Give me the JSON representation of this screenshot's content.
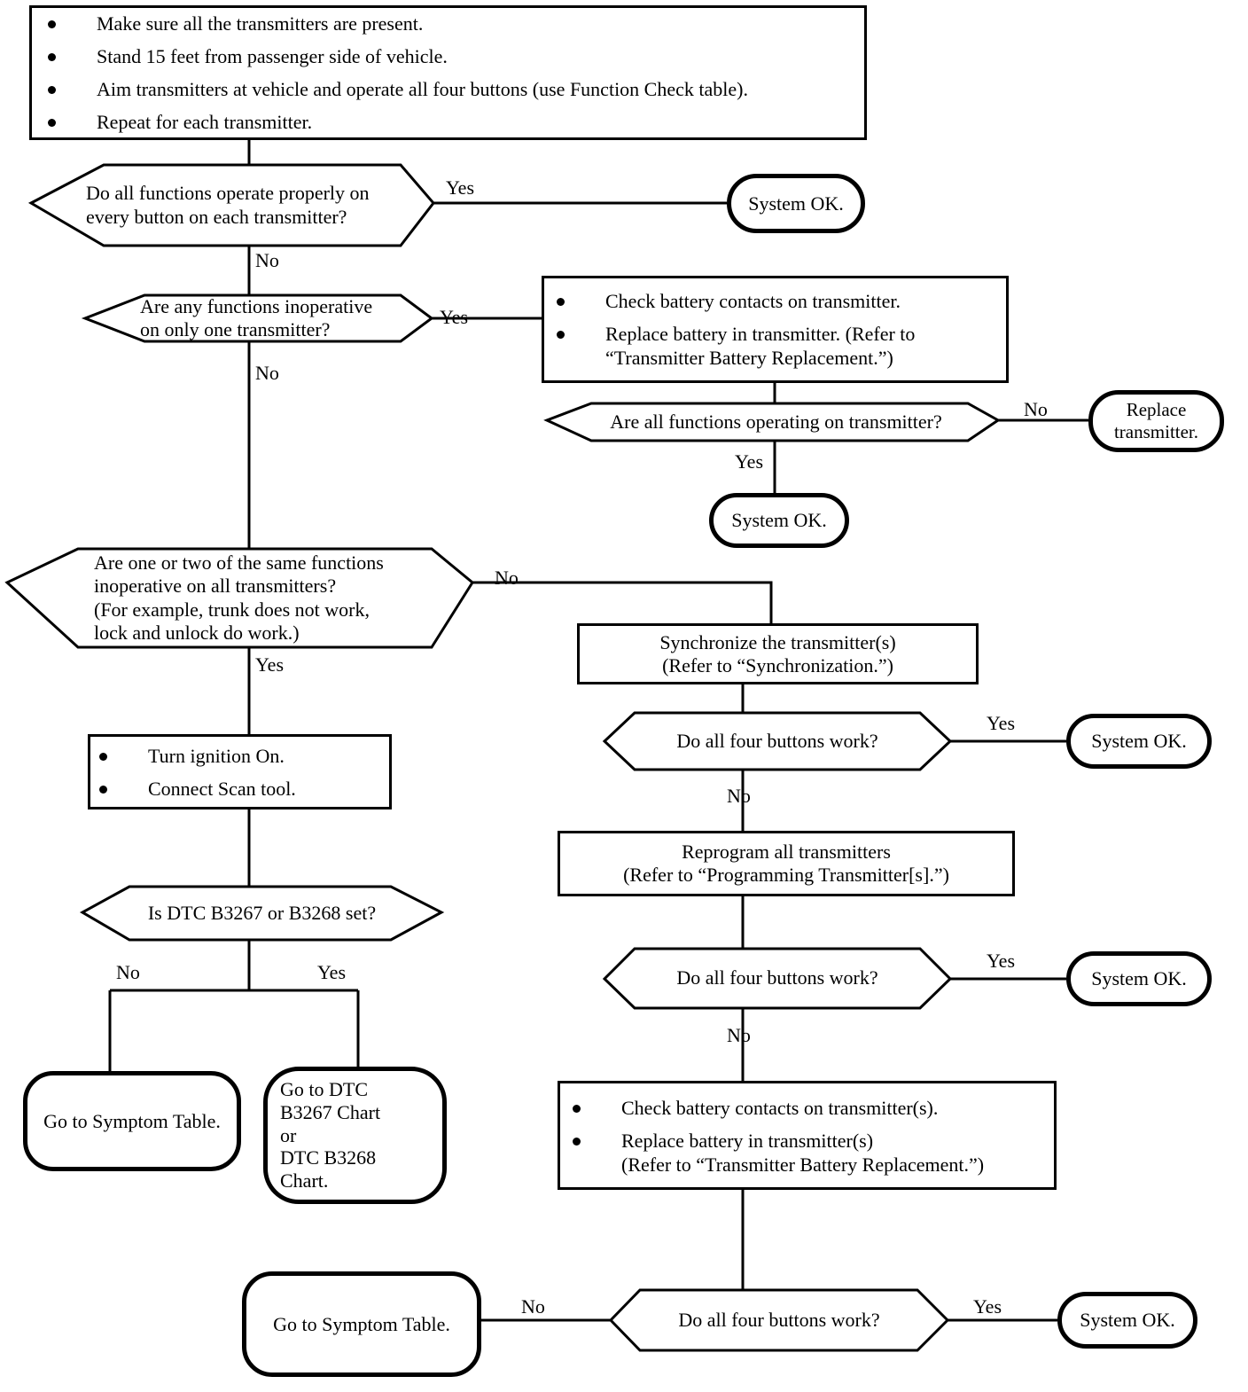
{
  "diagram": {
    "title": "Remote Keyless Entry Transmitter Diagnostic Flowchart",
    "nodes": {
      "start_instructions": {
        "type": "process",
        "bullets": [
          "Make sure all the transmitters are present.",
          "Stand 15 feet from passenger side of vehicle.",
          "Aim transmitters at vehicle and operate all four buttons (use Function Check table).",
          "Repeat for each transmitter."
        ]
      },
      "d1_all_functions": {
        "type": "decision",
        "lines": [
          "Do all functions operate properly on",
          "every button on each transmitter?"
        ]
      },
      "t_system_ok_1": {
        "type": "terminal",
        "lines": [
          "System OK."
        ]
      },
      "d2_one_transmitter": {
        "type": "decision",
        "lines": [
          "Are any functions inoperative",
          "on only one transmitter?"
        ]
      },
      "p_battery_one": {
        "type": "process",
        "bullets": [
          "Check battery contacts on transmitter.",
          "Replace battery in transmitter. (Refer to\n“Transmitter Battery Replacement.”)"
        ]
      },
      "d3_all_operating": {
        "type": "decision",
        "lines": [
          "Are all functions operating on transmitter?"
        ]
      },
      "t_replace_transmitter": {
        "type": "terminal",
        "lines": [
          "Replace",
          "transmitter."
        ]
      },
      "t_system_ok_2": {
        "type": "terminal",
        "lines": [
          "System OK."
        ]
      },
      "d4_same_functions": {
        "type": "decision",
        "lines": [
          "Are one or two of the same functions",
          "inoperative on all transmitters?",
          "(For example, trunk does not work,",
          "lock and unlock do work.)"
        ]
      },
      "p_ignition_scan": {
        "type": "process",
        "bullets": [
          "Turn ignition On.",
          "Connect Scan tool."
        ]
      },
      "d5_dtc_set": {
        "type": "decision",
        "lines": [
          "Is DTC B3267 or B3268 set?"
        ]
      },
      "t_symptom_table_1": {
        "type": "terminal",
        "lines": [
          "Go to Symptom Table."
        ]
      },
      "t_dtc_chart": {
        "type": "terminal",
        "lines": [
          "Go to DTC",
          "B3267 Chart",
          "or",
          "DTC B3268",
          "Chart."
        ]
      },
      "p_synchronize": {
        "type": "process",
        "lines": [
          "Synchronize the transmitter(s)",
          "(Refer to “Synchronization.”)"
        ]
      },
      "d6_four_buttons_1": {
        "type": "decision",
        "lines": [
          "Do all four buttons work?"
        ]
      },
      "t_system_ok_3": {
        "type": "terminal",
        "lines": [
          "System OK."
        ]
      },
      "p_reprogram": {
        "type": "process",
        "lines": [
          "Reprogram all transmitters",
          "(Refer to “Programming Transmitter[s].”)"
        ]
      },
      "d7_four_buttons_2": {
        "type": "decision",
        "lines": [
          "Do all four buttons work?"
        ]
      },
      "t_system_ok_4": {
        "type": "terminal",
        "lines": [
          "System OK."
        ]
      },
      "p_battery_all": {
        "type": "process",
        "bullets": [
          "Check battery contacts on transmitter(s).",
          "Replace battery in transmitter(s)\n(Refer to “Transmitter Battery Replacement.”)"
        ]
      },
      "d8_four_buttons_3": {
        "type": "decision",
        "lines": [
          "Do all four buttons work?"
        ]
      },
      "t_symptom_table_2": {
        "type": "terminal",
        "lines": [
          "Go to Symptom Table."
        ]
      },
      "t_system_ok_5": {
        "type": "terminal",
        "lines": [
          "System OK."
        ]
      }
    },
    "edge_labels": {
      "e1_yes": "Yes",
      "e1_no": "No",
      "e2_yes": "Yes",
      "e2_no": "No",
      "e3_no": "No",
      "e3_yes": "Yes",
      "e4_no": "No",
      "e4_yes": "Yes",
      "e5_no": "No",
      "e5_yes": "Yes",
      "e6_yes": "Yes",
      "e6_no": "No",
      "e7_yes": "Yes",
      "e7_no": "No",
      "e8_no": "No",
      "e8_yes": "Yes"
    },
    "colors": {
      "ink": "#000000",
      "paper": "#ffffff"
    }
  }
}
